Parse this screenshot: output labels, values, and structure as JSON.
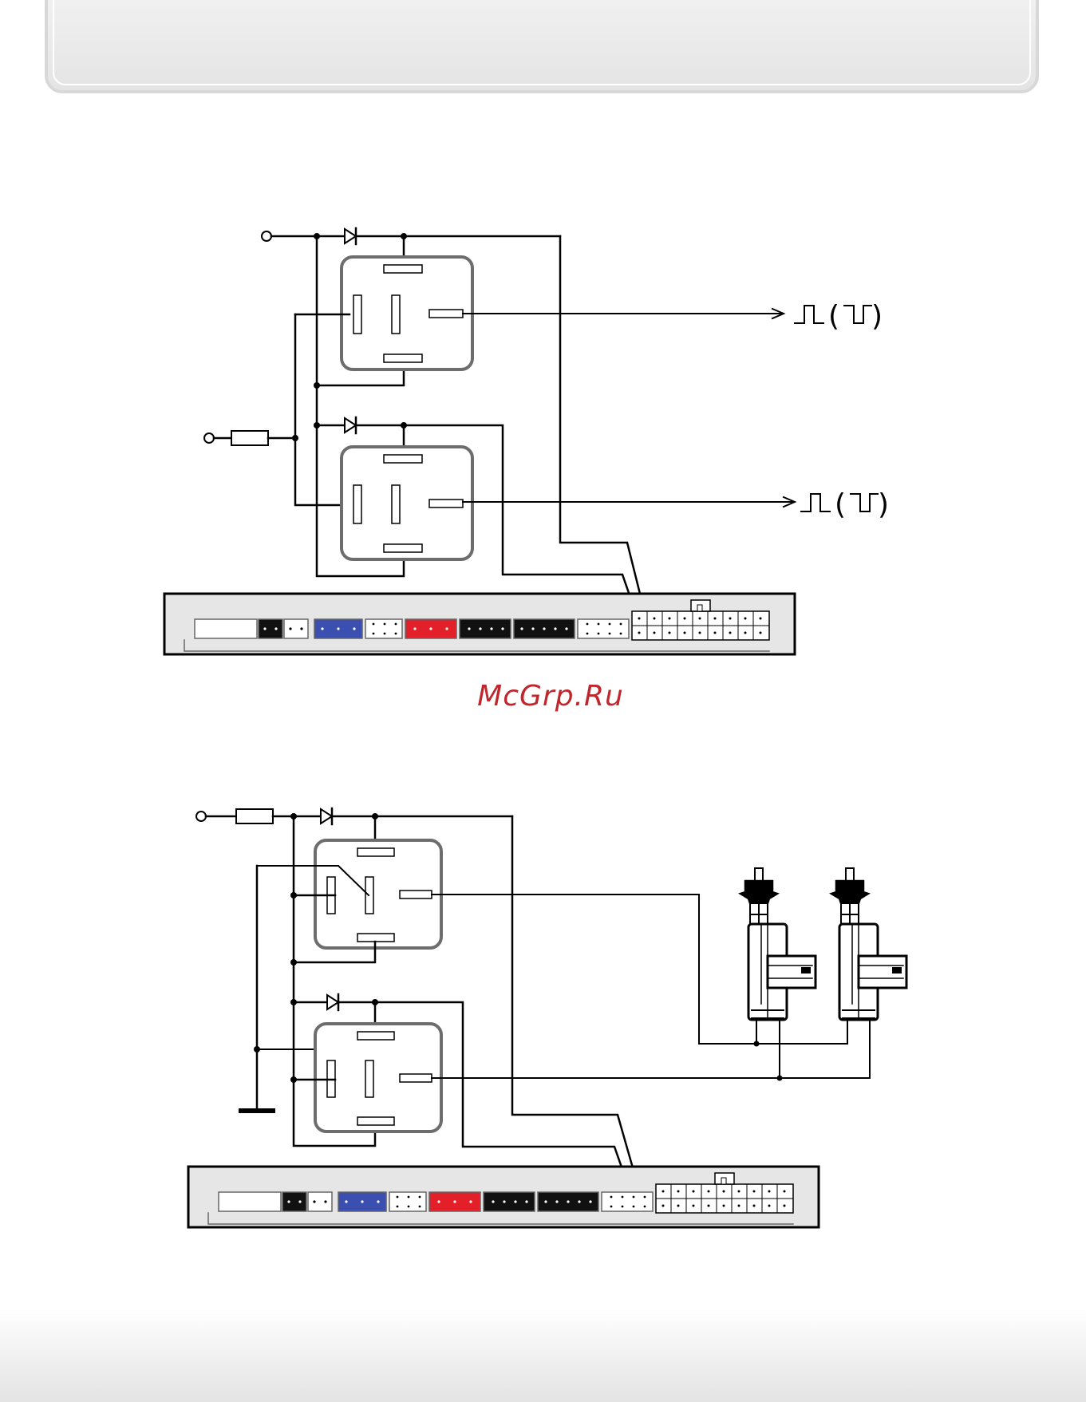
{
  "watermark": {
    "text": "McGrp.Ru",
    "color": "#c0272d"
  },
  "diagram_top": {
    "components": [
      "power-terminal",
      "fuse",
      "diode",
      "relay",
      "relay",
      "alarm-control-unit"
    ],
    "outputs": [
      "pulse-output-1",
      "pulse-output-2"
    ]
  },
  "diagram_bottom": {
    "components": [
      "power-terminal",
      "fuse",
      "diode",
      "relay",
      "relay",
      "ground",
      "door-lock-actuator",
      "door-lock-actuator",
      "alarm-control-unit"
    ]
  },
  "colors": {
    "wire": "#000000",
    "relay_outline": "#6d6d6d",
    "connector_blue": "#3a4fb0",
    "connector_red": "#e3202a",
    "connector_black": "#111111",
    "unit_body": "#e6e6e6"
  }
}
